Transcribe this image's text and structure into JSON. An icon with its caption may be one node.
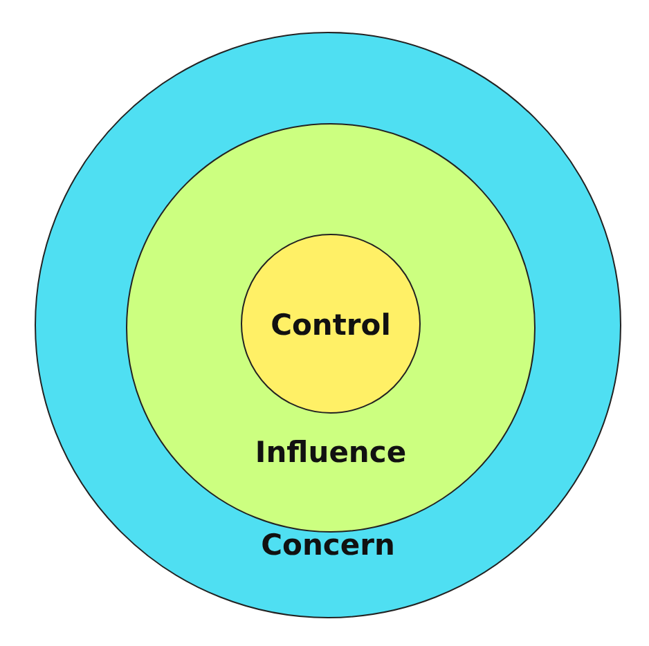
{
  "diagram": {
    "nodes": [
      {
        "text": [
          "Concern"
        ]
      },
      {
        "text": [
          "Influence"
        ],
        "in": 0
      },
      {
        "text": [
          "Control"
        ],
        "in": 1
      }
    ]
  }
}
